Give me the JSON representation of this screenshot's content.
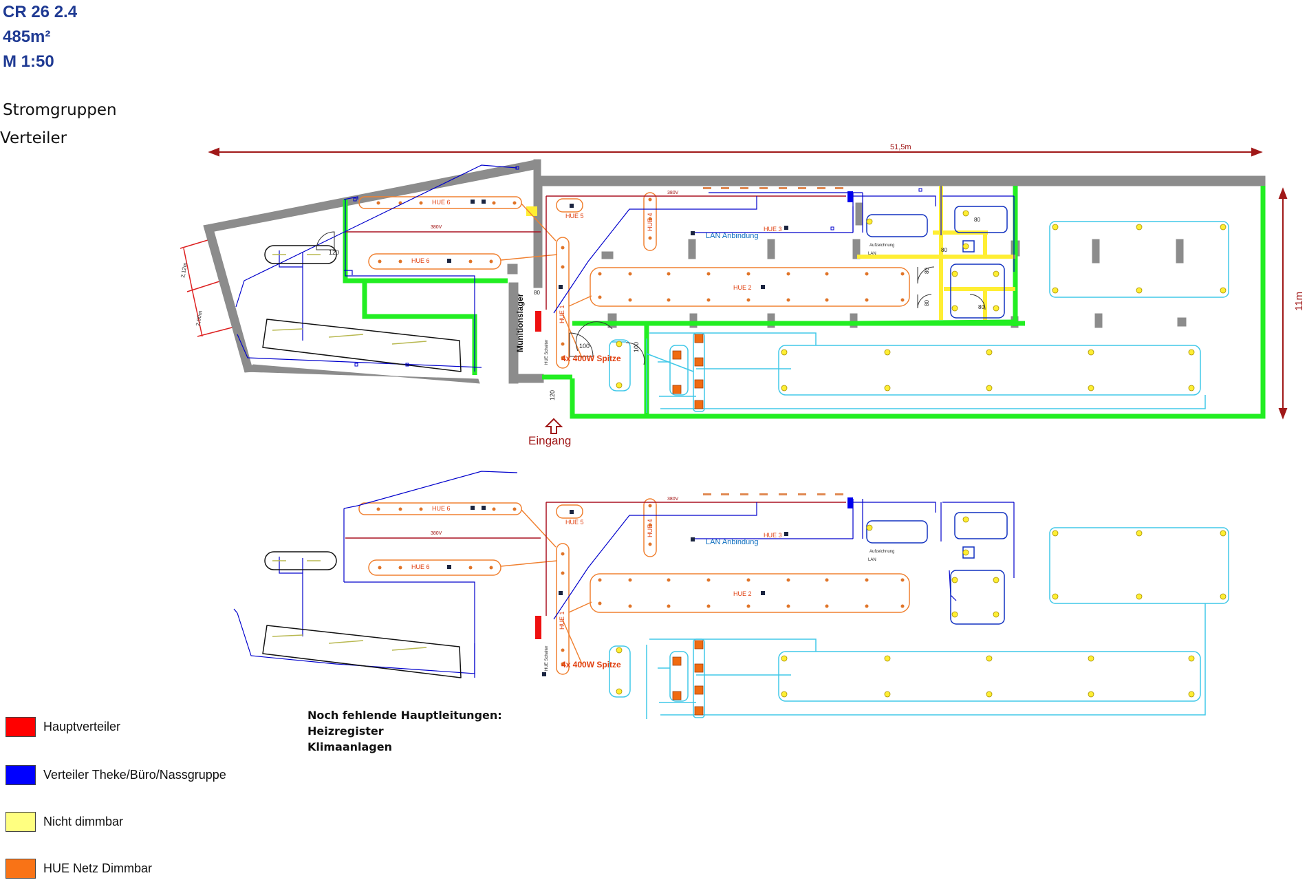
{
  "project": {
    "title": "CR 26 2.4",
    "area": "485m²",
    "scale": "M 1:50"
  },
  "subtitles": [
    "Stromgruppen",
    "Verteiler"
  ],
  "dimensions": {
    "width": "51,5m",
    "height": "11m",
    "seg_a": "2,12m",
    "seg_b": "2,00m"
  },
  "plan_labels": {
    "hue1": "HUE 1",
    "hue2": "HUE 2",
    "hue3": "HUE 3",
    "hue4": "HUE 4",
    "hue5": "HUE 5",
    "hue6": "HUE 6",
    "v380": "380V",
    "lan": "LAN Anbindung",
    "spot": "4x 400W Spitze",
    "storage": "Munitionslager",
    "entrance": "Eingang",
    "switch": "HUE Schalter",
    "door120": "120",
    "door100": "100",
    "door80": "80",
    "sign": "Aufzeichnung",
    "lan_small": "LAN"
  },
  "notes": {
    "title": "Noch fehlende Hauptleitungen:",
    "items": [
      "Heizregister",
      "Klimaanlagen"
    ]
  },
  "legend": [
    {
      "label": "Hauptverteiler",
      "color": "#ff0000"
    },
    {
      "label": "Verteiler Theke/Büro/Nassgruppe",
      "color": "#0000ff"
    },
    {
      "label": "Nicht dimmbar",
      "color": "#ffff80"
    },
    {
      "label": "HUE Netz Dimmbar",
      "color": "#f97316"
    }
  ],
  "colors": {
    "wall": "#8c8c8c",
    "green": "#22ee22",
    "yellow": "#ffee33",
    "orange": "#f08030",
    "blue": "#0000dd",
    "cyan": "#40c8e8",
    "red": "#dd0000",
    "darkred": "#a01818"
  }
}
